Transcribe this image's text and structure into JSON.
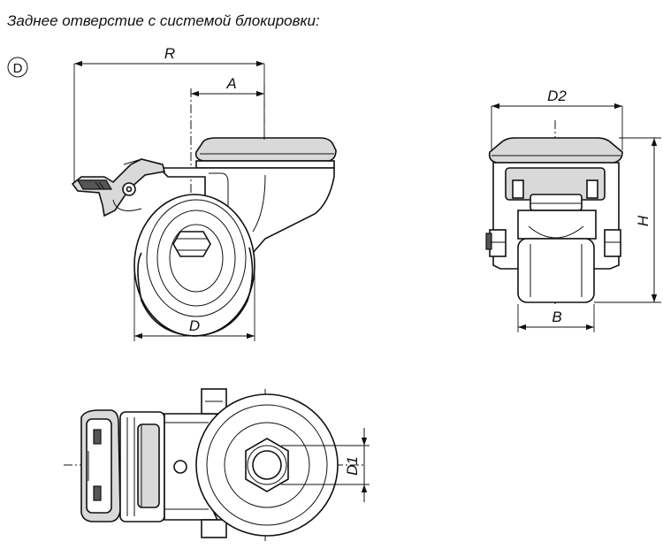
{
  "caption": "Заднее отверстие с системой блокировки:",
  "badge": "D",
  "dimensions": {
    "R": "R",
    "A": "A",
    "D": "D",
    "D2": "D2",
    "H": "H",
    "B": "B",
    "D1": "D1"
  }
}
